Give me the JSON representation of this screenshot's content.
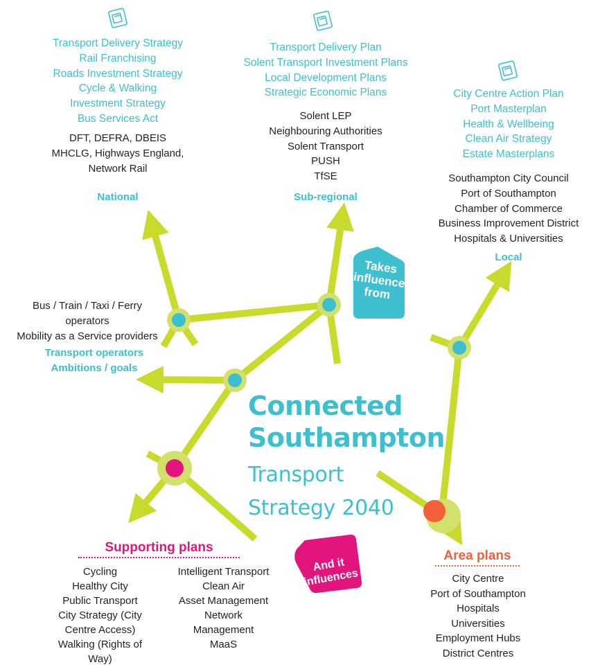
{
  "national": {
    "plans": [
      "Transport Delivery Strategy",
      "Rail Franchising",
      "Roads Investment Strategy",
      "Cycle & Walking",
      "Investment Strategy",
      "Bus Services Act"
    ],
    "orgs": [
      "DFT, DEFRA, DBEIS",
      "MHCLG, Highways England,",
      "Network Rail"
    ],
    "label": "National"
  },
  "subregional": {
    "plans": [
      "Transport Delivery Plan",
      "Solent Transport Investment Plans",
      "Local Development Plans",
      "Strategic Economic Plans"
    ],
    "orgs": [
      "Solent LEP",
      "Neighbouring Authorities",
      "Solent Transport",
      "PUSH",
      "TfSE"
    ],
    "label": "Sub-regional"
  },
  "local": {
    "plans": [
      "City Centre Action Plan",
      "Port Masterplan",
      "Health & Wellbeing",
      "Clean Air Strategy",
      "Estate Masterplans"
    ],
    "orgs": [
      "Southampton City Council",
      "Port of Southampton",
      "Chamber of Commerce",
      "Business Improvement District",
      "Hospitals & Universities"
    ],
    "label": "Local"
  },
  "operators": {
    "lines": [
      "Bus / Train / Taxi / Ferry",
      "operators",
      "Mobility as a Service providers"
    ],
    "label1": "Transport operators",
    "label2": "Ambitions / goals"
  },
  "title": {
    "line1": "Connected",
    "line2": "Southampton",
    "line3": "Transport",
    "line4": "Strategy 2040"
  },
  "badges": {
    "takes": [
      "Takes",
      "influence",
      "from"
    ],
    "influences": [
      "And it",
      "influences"
    ]
  },
  "supporting": {
    "heading": "Supporting plans",
    "col1": [
      "Cycling",
      "Healthy City",
      "Public Transport",
      "City Strategy (City",
      "Centre Access)",
      "Walking (Rights of",
      "Way)"
    ],
    "col2": [
      "Intelligent Transport",
      "Clean Air",
      "Asset Management",
      "Network",
      "Management",
      "MaaS"
    ]
  },
  "area": {
    "heading": "Area plans",
    "items": [
      "City Centre",
      "Port of Southampton",
      "Hospitals",
      "Universities",
      "Employment Hubs",
      "District Centres"
    ]
  },
  "colors": {
    "lime": "#c8da2b",
    "lime_light": "#d3e06b",
    "teal": "#3dbfcf",
    "magenta": "#e2157f",
    "orange": "#f2603a"
  }
}
